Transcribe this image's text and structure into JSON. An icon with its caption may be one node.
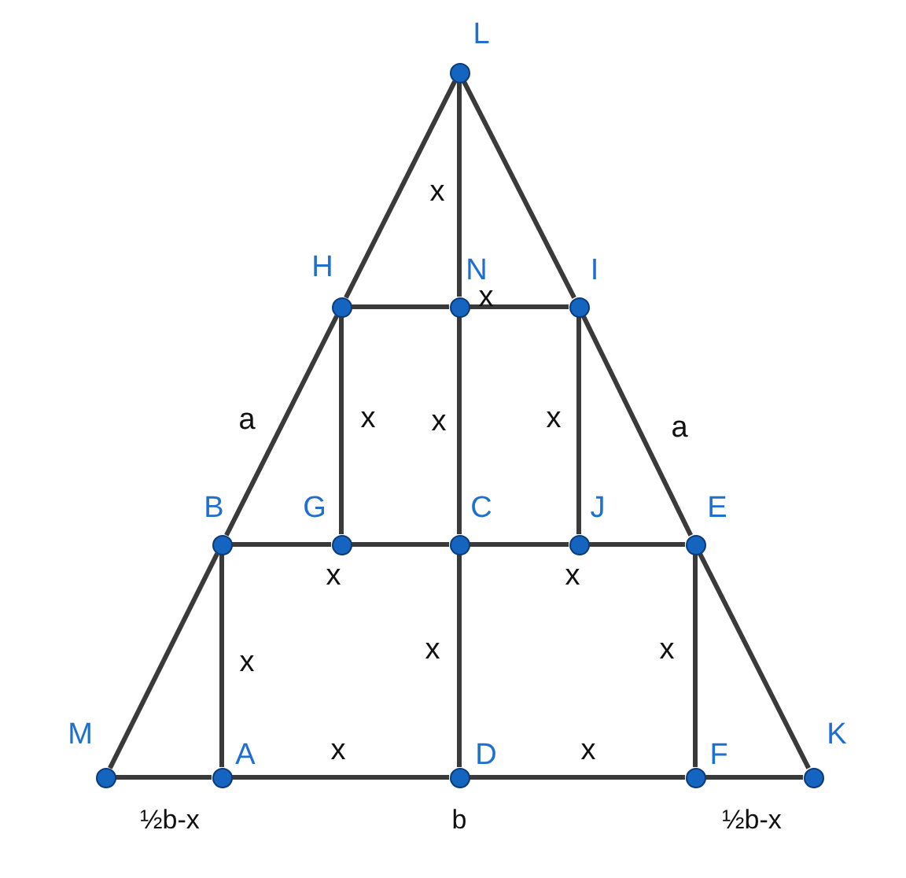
{
  "diagram": {
    "nodes": [
      {
        "text": [
          "L"
        ]
      },
      {
        "text": [
          "H"
        ]
      },
      {
        "text": [
          "N"
        ]
      },
      {
        "text": [
          "I"
        ]
      },
      {
        "text": [
          "B"
        ]
      },
      {
        "text": [
          "G"
        ]
      },
      {
        "text": [
          "C"
        ]
      },
      {
        "text": [
          "J"
        ]
      },
      {
        "text": [
          "E"
        ]
      },
      {
        "text": [
          "M"
        ]
      },
      {
        "text": [
          "A"
        ]
      },
      {
        "text": [
          "D"
        ]
      },
      {
        "text": [
          "F"
        ]
      },
      {
        "text": [
          "K"
        ]
      }
    ],
    "edges": [
      {
        "from": 0,
        "to": 1,
        "arrow": "none"
      },
      {
        "from": 1,
        "to": 4,
        "arrow": "none"
      },
      {
        "from": 4,
        "to": 9,
        "arrow": "none"
      },
      {
        "from": 0,
        "to": 3,
        "arrow": "none"
      },
      {
        "from": 3,
        "to": 8,
        "arrow": "none"
      },
      {
        "from": 8,
        "to": 13,
        "arrow": "none"
      },
      {
        "from": 9,
        "to": 10,
        "arrow": "none"
      },
      {
        "from": 10,
        "to": 11,
        "arrow": "none"
      },
      {
        "from": 11,
        "to": 12,
        "arrow": "none"
      },
      {
        "from": 12,
        "to": 13,
        "arrow": "none"
      },
      {
        "from": 1,
        "to": 2,
        "arrow": "none"
      },
      {
        "from": 2,
        "to": 3,
        "arrow": "none"
      },
      {
        "from": 4,
        "to": 5,
        "arrow": "none"
      },
      {
        "from": 5,
        "to": 6,
        "arrow": "none"
      },
      {
        "from": 6,
        "to": 7,
        "arrow": "none"
      },
      {
        "from": 7,
        "to": 8,
        "arrow": "none"
      },
      {
        "from": 1,
        "to": 5,
        "arrow": "none"
      },
      {
        "from": 0,
        "to": 2,
        "arrow": "none"
      },
      {
        "from": 2,
        "to": 6,
        "arrow": "none"
      },
      {
        "from": 3,
        "to": 7,
        "arrow": "none"
      },
      {
        "from": 4,
        "to": 10,
        "arrow": "none"
      },
      {
        "from": 6,
        "to": 11,
        "arrow": "none"
      },
      {
        "from": 8,
        "to": 12,
        "arrow": "none"
      }
    ],
    "labels": [
      "x",
      "x",
      "a",
      "x",
      "x",
      "x",
      "a",
      "x",
      "x",
      "x",
      "x",
      "x",
      "x",
      "x",
      "½b-x",
      "b",
      "½b-x"
    ]
  }
}
